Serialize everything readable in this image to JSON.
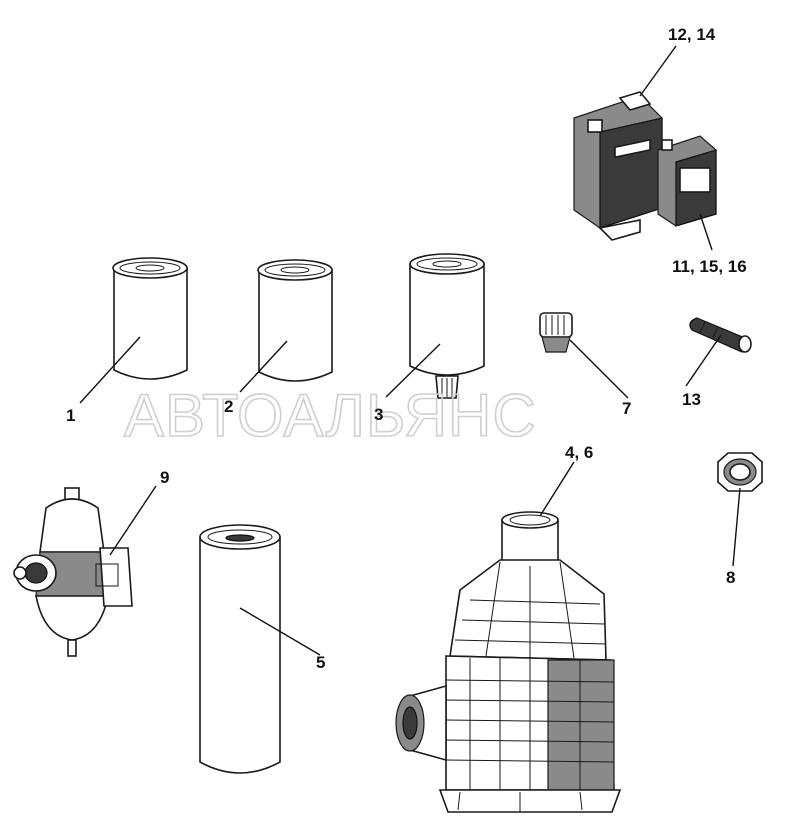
{
  "watermark": "АВТОАЛЬЯНС",
  "callouts": {
    "c1": "1",
    "c2": "2",
    "c3": "3",
    "c4_6": "4, 6",
    "c5": "5",
    "c7": "7",
    "c8": "8",
    "c9": "9",
    "c11_15_16": "11, 15, 16",
    "c12_14": "12, 14",
    "c13": "13"
  }
}
